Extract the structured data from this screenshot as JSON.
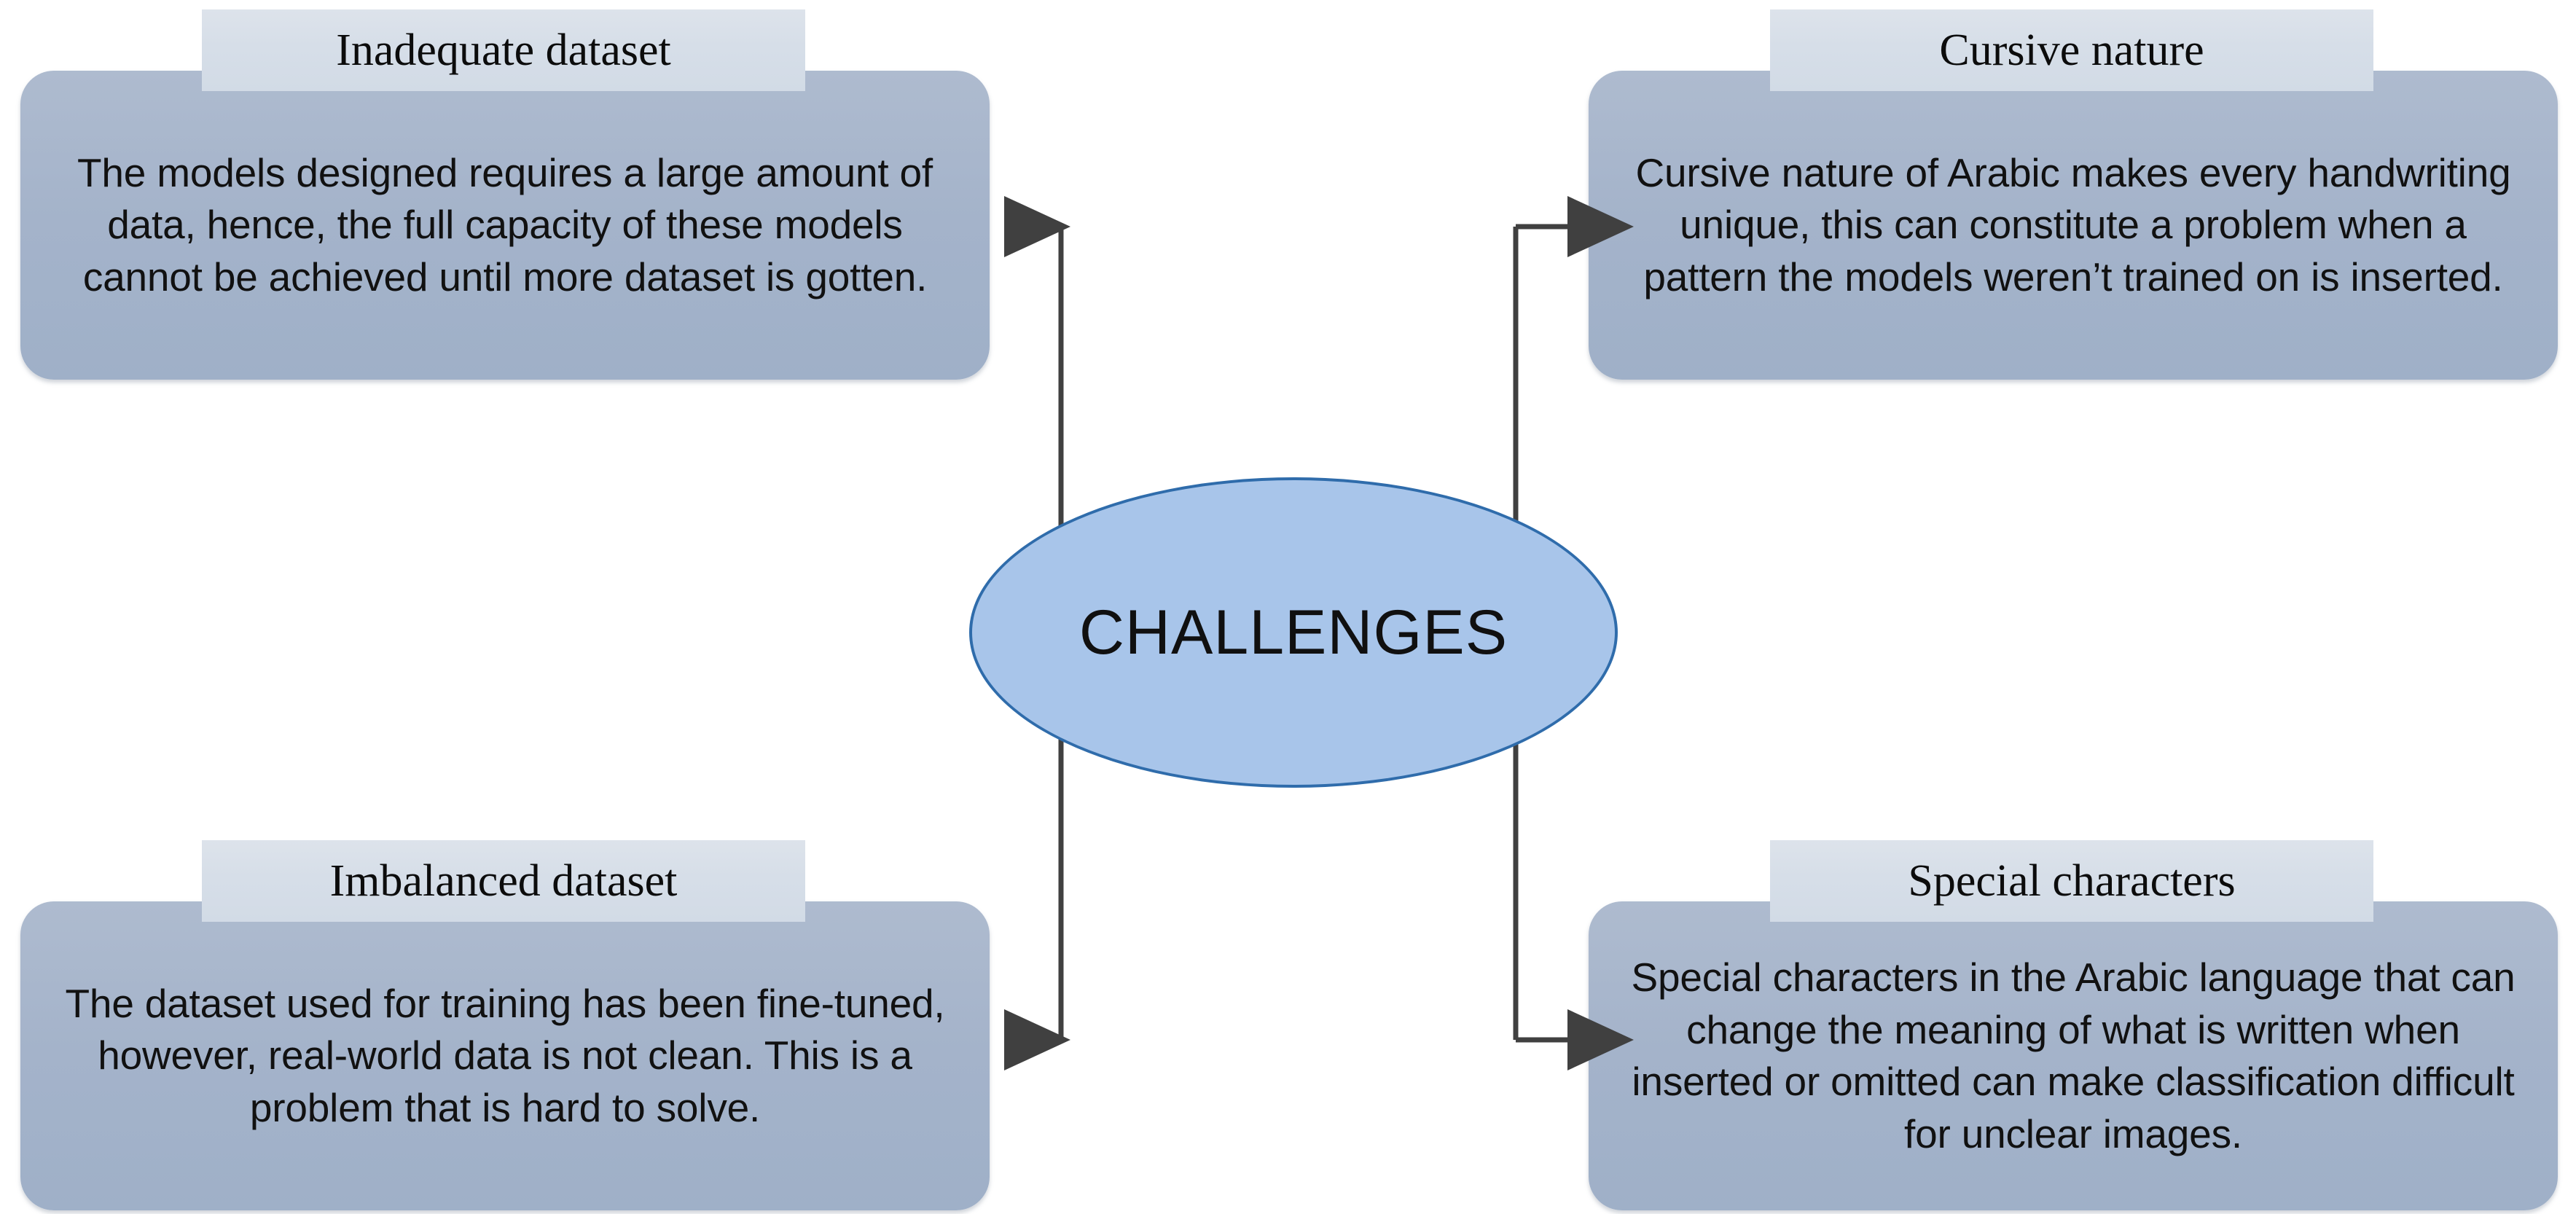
{
  "diagram": {
    "center": {
      "label": "CHALLENGES",
      "fill_color": "#A8C5EA",
      "border_color": "#2F6CAB"
    },
    "card_fill_color": "#A4B3CA",
    "card_title_fill_color": "#D6DEE8",
    "connector_color": "#404040",
    "cards": [
      {
        "id": "inadequate-dataset",
        "title": "Inadequate dataset",
        "body": "The models designed requires a large amount of data, hence, the full capacity of these models cannot be achieved until more dataset is gotten.",
        "position": "top-left",
        "arrow_direction": "left"
      },
      {
        "id": "cursive-nature",
        "title": "Cursive nature",
        "body": "Cursive nature of Arabic makes every handwriting unique, this can constitute a problem when a pattern the models weren’t trained on is inserted.",
        "position": "top-right",
        "arrow_direction": "right"
      },
      {
        "id": "imbalanced-dataset",
        "title": "Imbalanced dataset",
        "body": "The dataset used for training has been fine-tuned, however, real-world data is not clean. This is a problem that is hard to solve.",
        "position": "bottom-left",
        "arrow_direction": "left"
      },
      {
        "id": "special-characters",
        "title": "Special characters",
        "body": "Special characters in the Arabic language that can change the meaning of what is written when inserted or omitted can make classification difficult for unclear images.",
        "position": "bottom-right",
        "arrow_direction": "right"
      }
    ]
  }
}
